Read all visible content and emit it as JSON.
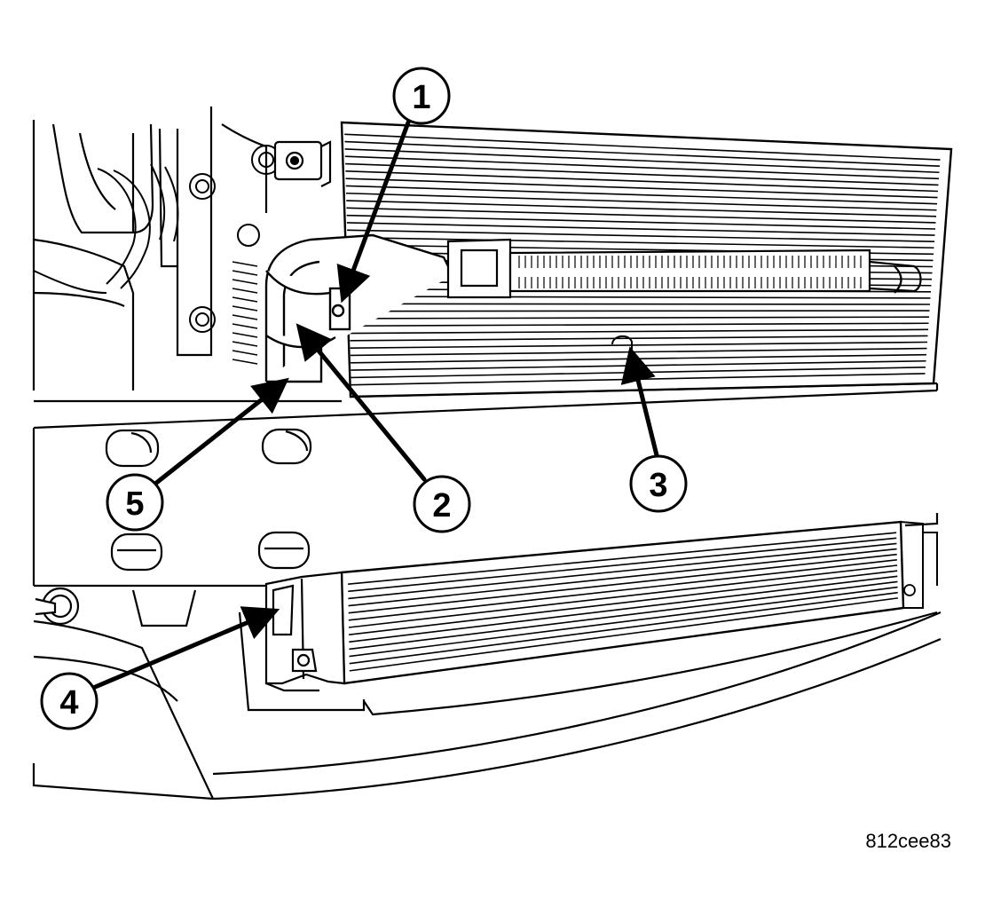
{
  "figure": {
    "id_code": "812cee83"
  },
  "callouts": [
    {
      "key": "c1",
      "label": "1"
    },
    {
      "key": "c2",
      "label": "2"
    },
    {
      "key": "c3",
      "label": "3"
    },
    {
      "key": "c4",
      "label": "4"
    },
    {
      "key": "c5",
      "label": "5"
    }
  ],
  "colors": {
    "line": "#000000",
    "background": "#ffffff"
  }
}
